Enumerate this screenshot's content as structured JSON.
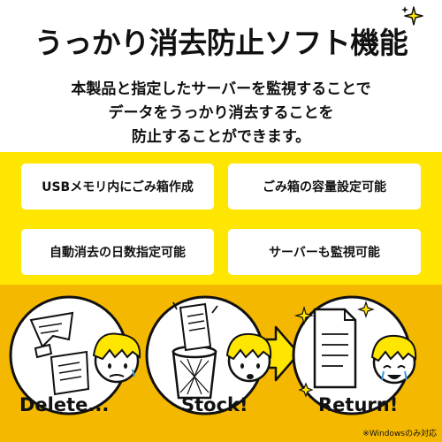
{
  "header": {
    "title": "うっかり消去防止ソフト機能",
    "description_lines": [
      "本製品と指定したサーバーを監視することで",
      "データをうっかり消去することを",
      "防止することができます。"
    ]
  },
  "features": [
    "USBメモリ内にごみ箱作成",
    "ごみ箱の容量設定可能",
    "自動消去の日数指定可能",
    "サーバーも監視可能"
  ],
  "stages": [
    "Delete...",
    "Stock!",
    "Return!"
  ],
  "footnote": "※Windowsのみ対応",
  "colors": {
    "feature_band": "#ffe600",
    "scene_band": "#f5b800",
    "hair": "#ffe600",
    "arrow": "#ffe600"
  }
}
